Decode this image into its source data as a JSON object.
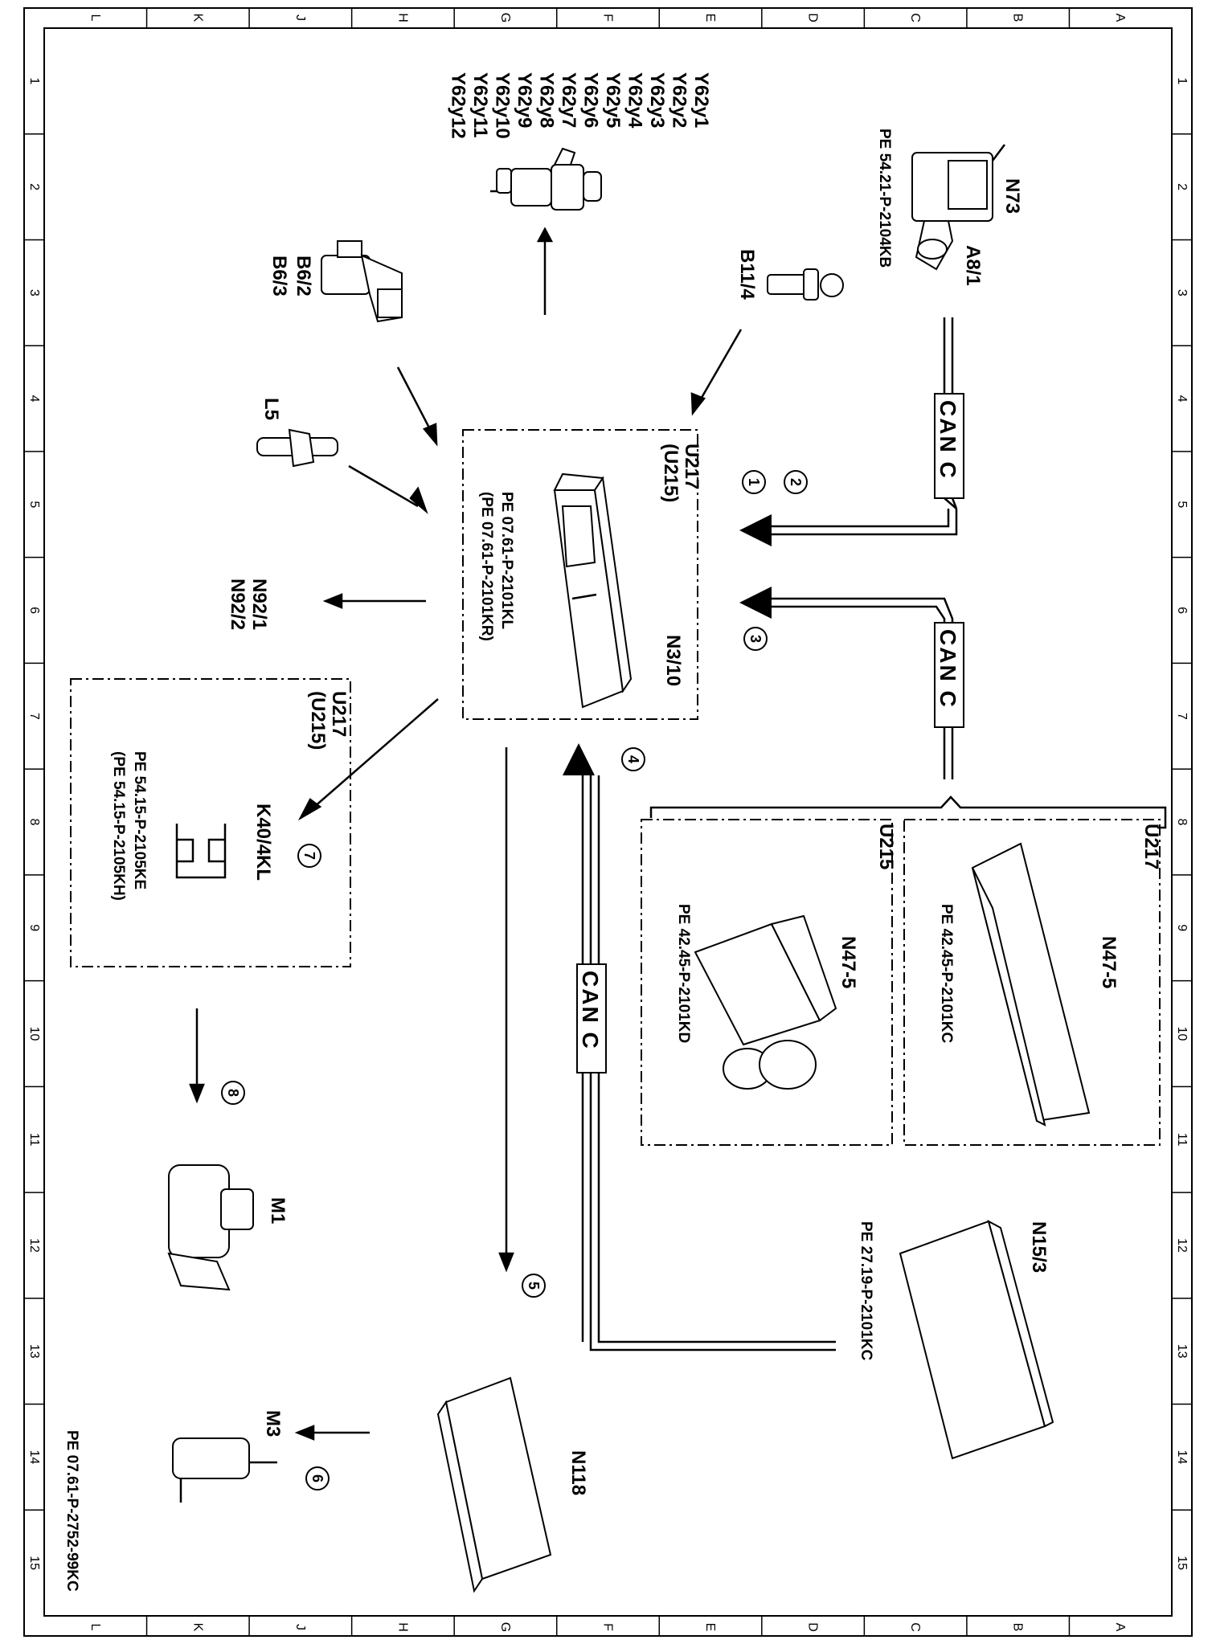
{
  "grid": {
    "letters": [
      "L",
      "K",
      "J",
      "H",
      "G",
      "F",
      "E",
      "D",
      "C",
      "B",
      "A"
    ],
    "numbers": [
      "1",
      "2",
      "3",
      "4",
      "5",
      "6",
      "7",
      "8",
      "9",
      "10",
      "11",
      "12",
      "13",
      "14",
      "15"
    ]
  },
  "footer_code": "PE 07.61-P-2752-99KC",
  "components": {
    "n73": {
      "name": "N73",
      "sub": "A8/1",
      "ref": "PE 54.21-P-2104KB"
    },
    "y62": [
      "Y62y1",
      "Y62y2",
      "Y62y3",
      "Y62y4",
      "Y62y5",
      "Y62y6",
      "Y62y7",
      "Y62y8",
      "Y62y9",
      "Y62y10",
      "Y62y11",
      "Y62y12"
    ],
    "b6": [
      "B6/2",
      "B6/3"
    ],
    "b11": "B11/4",
    "l5": "L5",
    "n3": {
      "name": "N3/10",
      "variant1": "U217",
      "variant2": "(U215)",
      "ref1": "PE 07.61-P-2101KL",
      "ref2": "(PE 07.61-P-2101KR)"
    },
    "n92": [
      "N92/1",
      "N92/2"
    ],
    "k40": {
      "name": "K40/4KL",
      "variant1": "U217",
      "variant2": "(U215)",
      "ref1": "PE 54.15-P-2105KE",
      "ref2": "(PE 54.15-P-2105KH)"
    },
    "n47_u217": {
      "variant": "U217",
      "name": "N47-5",
      "ref": "PE 42.45-P-2101KC"
    },
    "n47_u215": {
      "variant": "U215",
      "name": "N47-5",
      "ref": "PE 42.45-P-2101KD"
    },
    "m1": "M1",
    "n15": {
      "name": "N15/3",
      "ref": "PE 27.19-P-2101KC"
    },
    "n118": "N118",
    "m3": "M3"
  },
  "can_label": "CAN C",
  "callouts": [
    "1",
    "2",
    "3",
    "4",
    "5",
    "6",
    "7",
    "8"
  ]
}
